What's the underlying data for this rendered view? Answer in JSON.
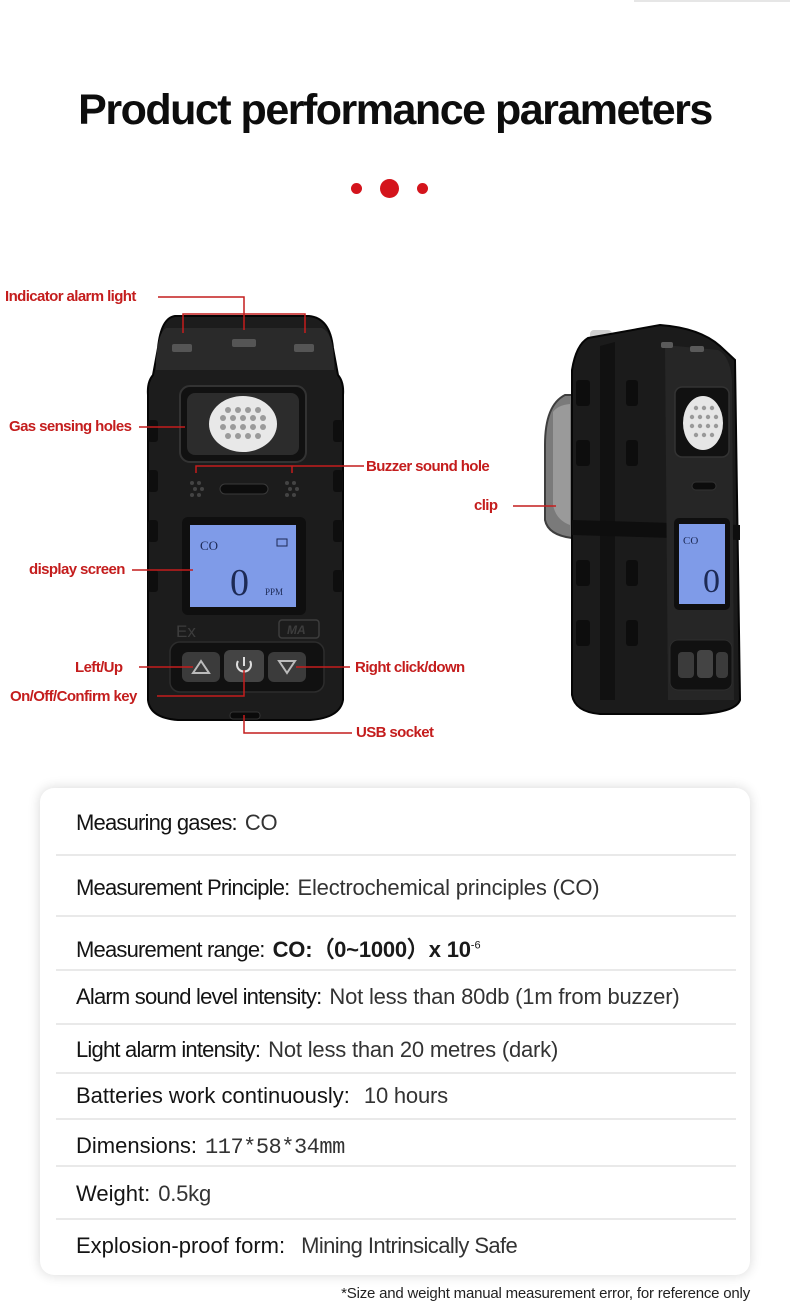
{
  "title": "Product performance parameters",
  "accent_color": "#d4141c",
  "callouts": {
    "indicator_alarm_light": "Indicator alarm light",
    "gas_sensing_holes": "Gas sensing holes",
    "buzzer_sound_hole": "Buzzer sound hole",
    "clip": "clip",
    "display_screen": "display screen",
    "left_up": "Left/Up",
    "right_click_down": "Right click/down",
    "on_off_confirm_key": "On/Off/Confirm key",
    "usb_socket": "USB socket"
  },
  "device_screen": {
    "gas": "CO",
    "reading": "0",
    "unit": "PPM"
  },
  "device_marks": {
    "ex": "Ex",
    "ma": "MA"
  },
  "specs": [
    {
      "label": "Measuring gases:",
      "value": "CO"
    },
    {
      "label": "Measurement Principle:",
      "value": "Electrochemical principles (CO)"
    },
    {
      "label": "Measurement range:",
      "value": "CO:（0~1000）x 10",
      "exponent": "-6"
    },
    {
      "label": "Alarm sound level intensity:",
      "value": "Not less than 80db (1m from buzzer)"
    },
    {
      "label": "Light alarm intensity:",
      "value": "Not less than 20 metres (dark)"
    },
    {
      "label": "Batteries work continuously:",
      "value": "10 hours"
    },
    {
      "label": "Dimensions:",
      "value": "117*58*34mm"
    },
    {
      "label": "Weight:",
      "value": "0.5kg"
    },
    {
      "label": "Explosion-proof form:",
      "value": "Mining Intrinsically Safe"
    }
  ],
  "footnote": "*Size and weight manual measurement error, for reference only"
}
